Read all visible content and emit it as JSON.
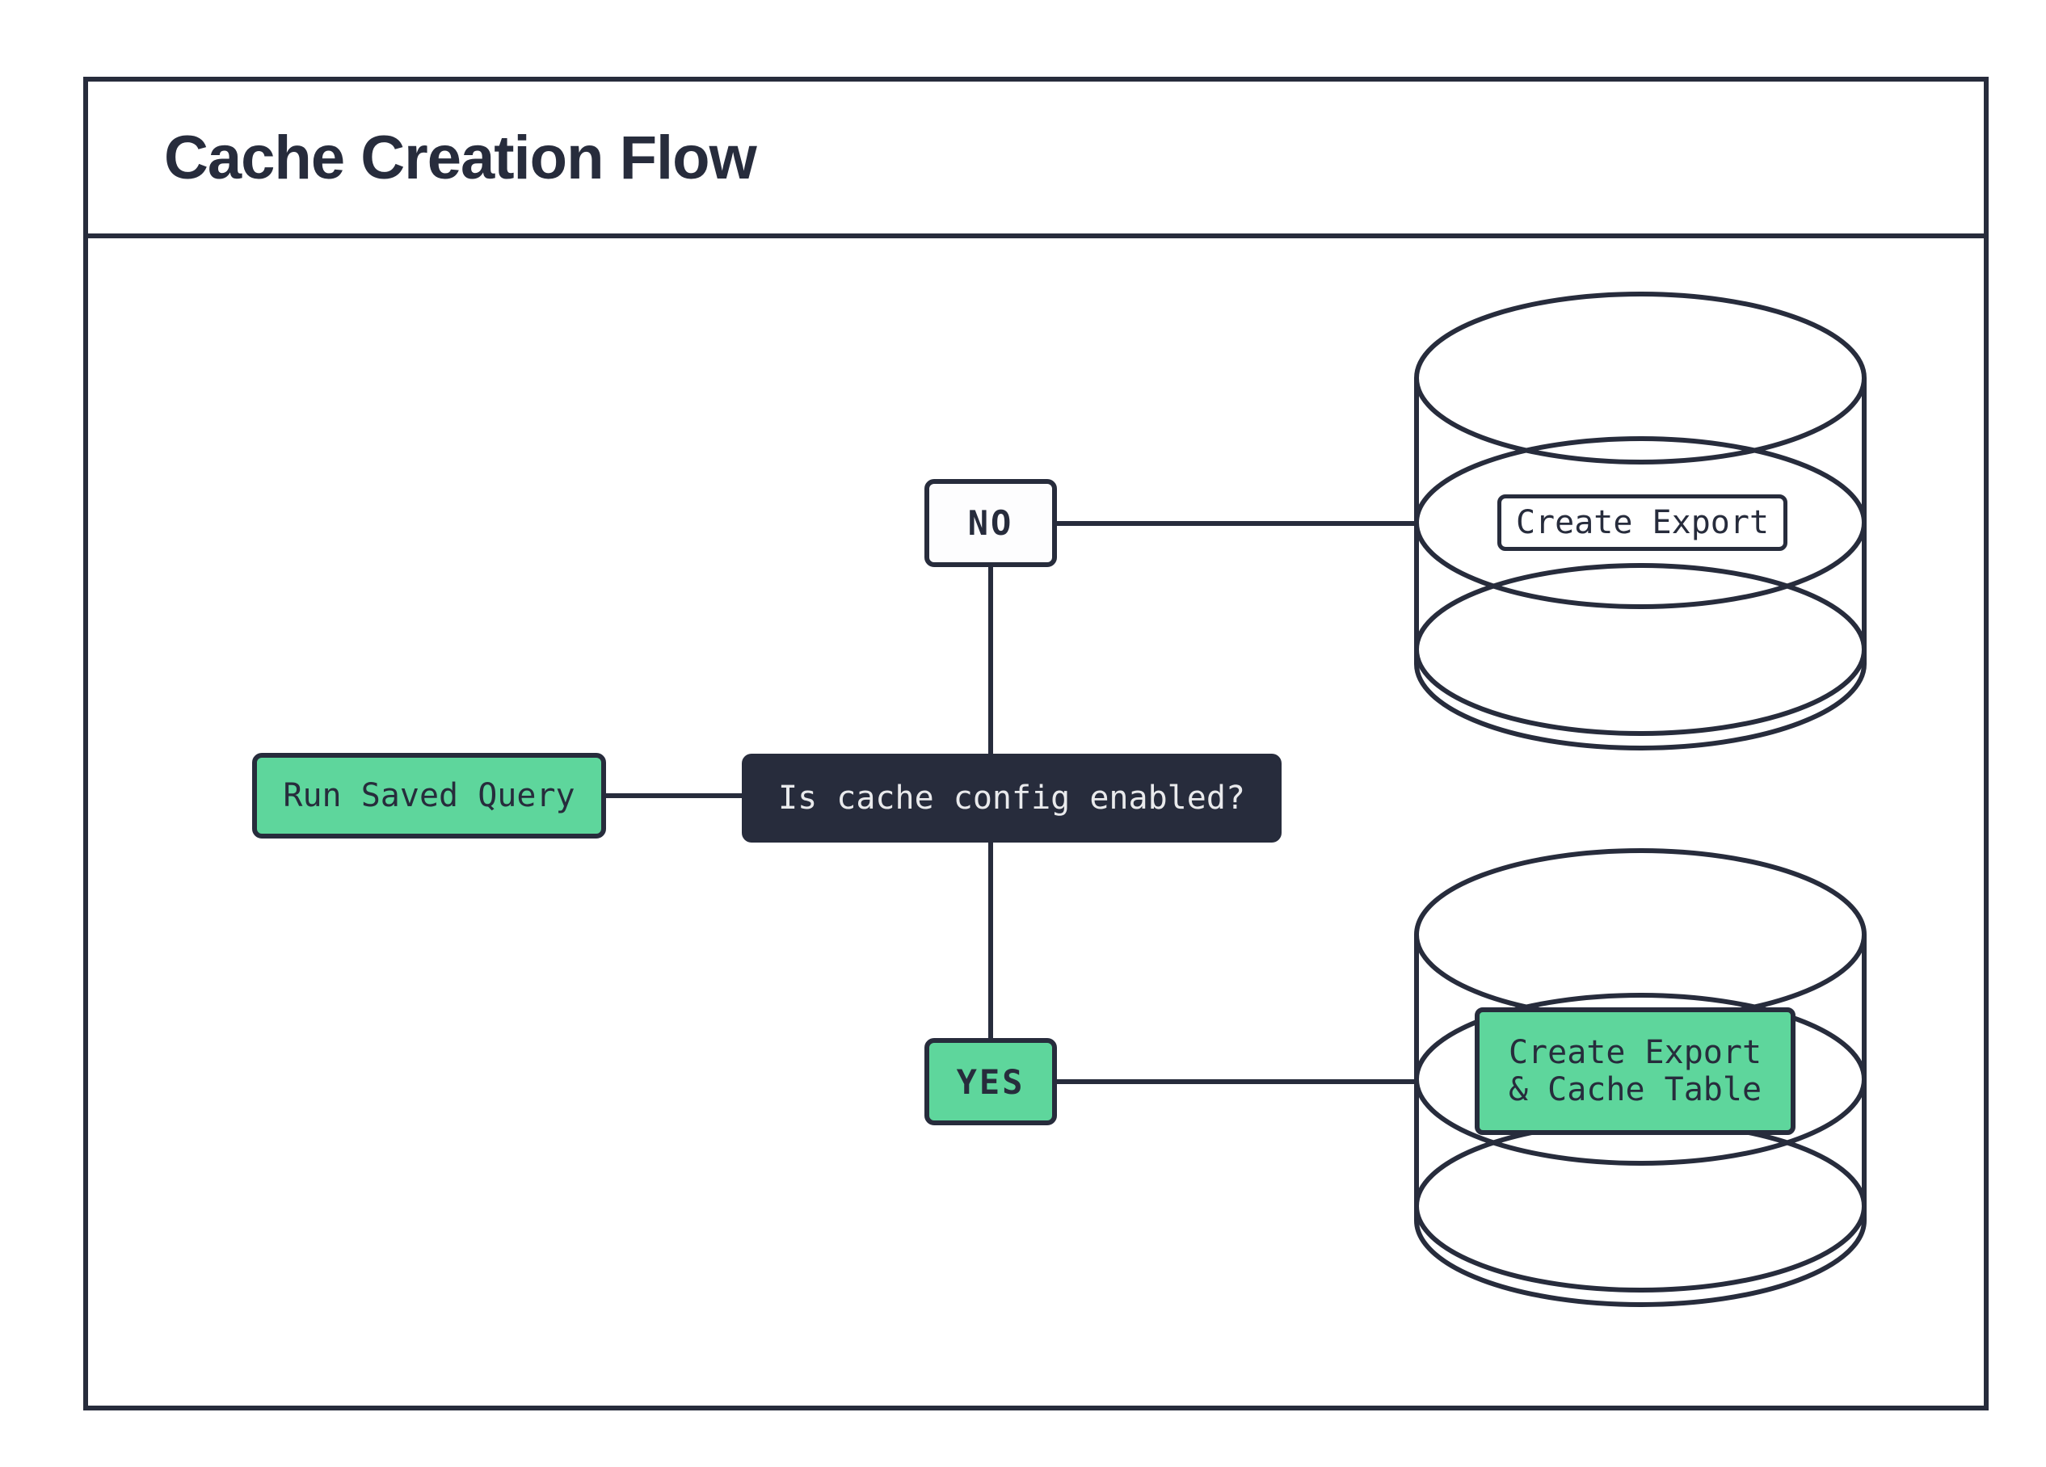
{
  "title": "Cache Creation Flow",
  "colors": {
    "navy": "#272c3c",
    "green": "#5ed69c",
    "light_text": "#e9eaec",
    "background": "#ffffff"
  },
  "flow": {
    "start_label": "Run Saved Query",
    "decision_label": "Is cache config enabled?",
    "no_label": "NO",
    "yes_label": "YES",
    "no_result_label": "Create Export",
    "yes_result_line1": "Create Export",
    "yes_result_line2": "& Cache Table",
    "no_branch_icon": "database-icon",
    "yes_branch_icon": "database-icon"
  }
}
